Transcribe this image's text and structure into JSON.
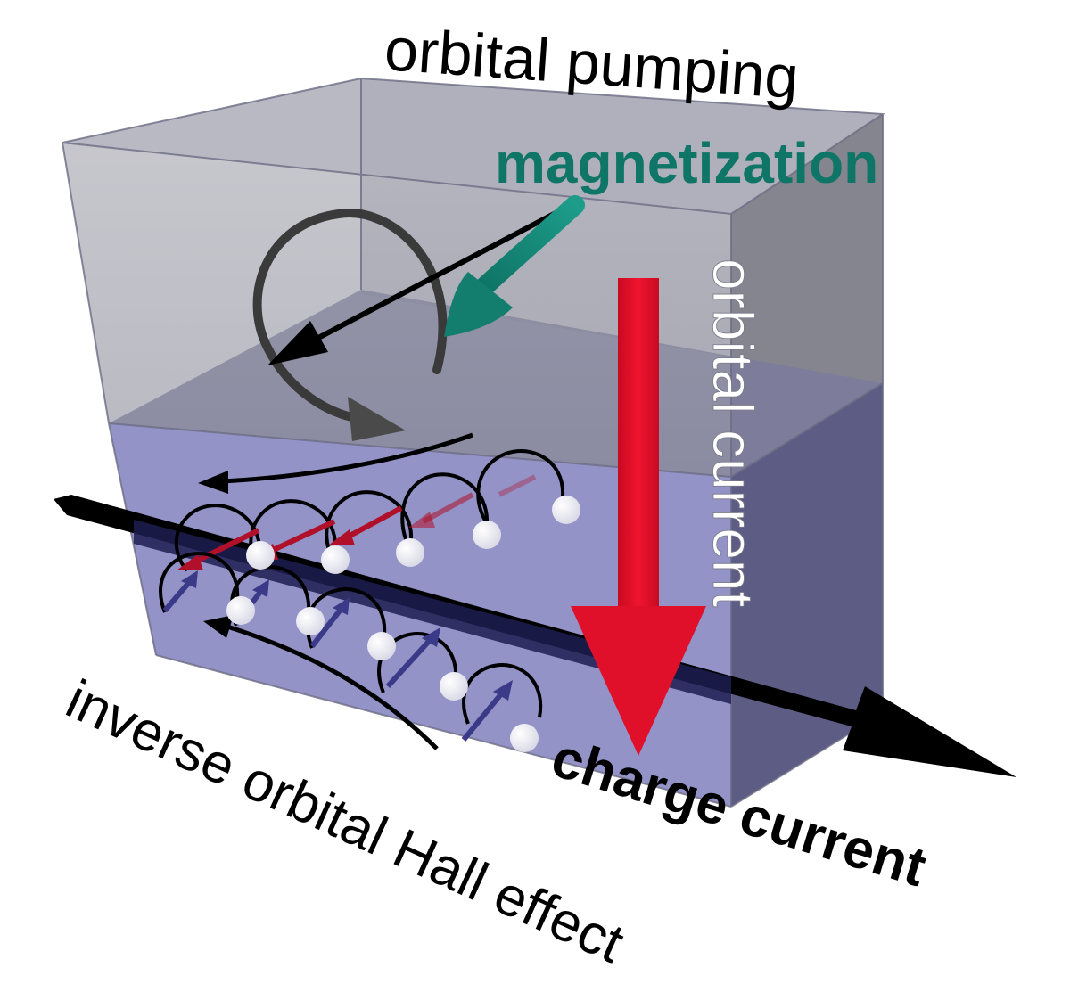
{
  "labels": {
    "top": "orbital pumping",
    "magnetization": "magnetization",
    "orbital_current": "orbital current",
    "charge_current": "charge current",
    "effect": "inverse orbital Hall effect"
  },
  "colors": {
    "background": "#ffffff",
    "top_layer": "#8f8f9a",
    "bottom_layer": "#7c7cb5",
    "magnetization": "#0f7566",
    "orbital_current": "#e0102a",
    "charge_current": "#000000",
    "orbital_moment_up": "#3b3a88",
    "orbital_moment_down": "#b0102a",
    "electron": "#ffffff"
  }
}
